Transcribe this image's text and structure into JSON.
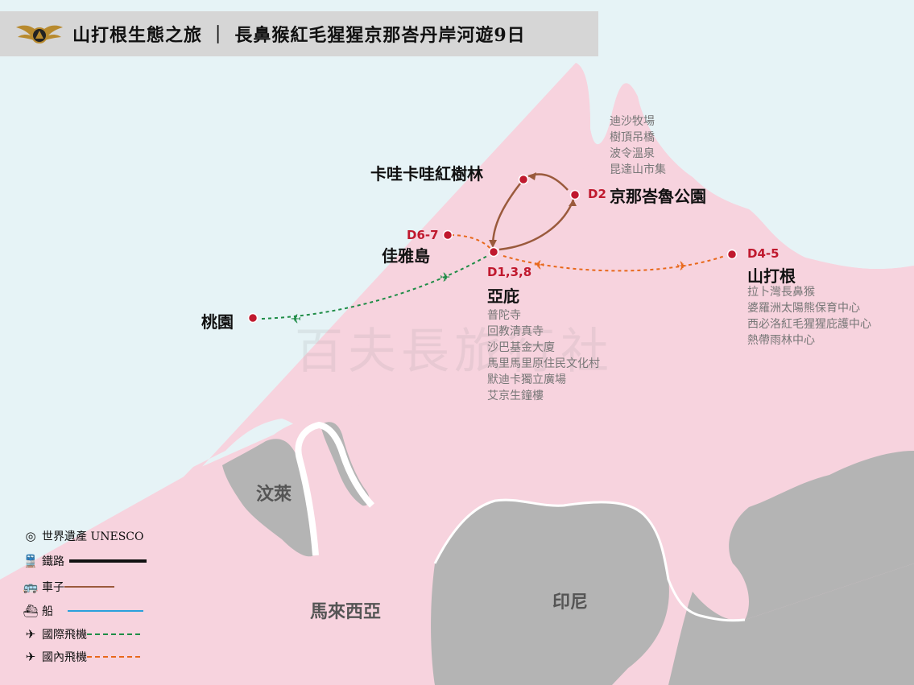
{
  "header": {
    "title": "山打根生態之旅 ｜ 長鼻猴紅毛猩猩京那峇丹岸河遊9日"
  },
  "watermark": "百夫長旅行社",
  "places": {
    "klias": {
      "name": "卡哇卡哇紅樹林"
    },
    "kinabalu": {
      "day": "D2",
      "name": "京那峇魯公園",
      "sights": [
        "迪沙牧場",
        "樹頂吊橋",
        "波令溫泉",
        "昆達山市集"
      ]
    },
    "gaya": {
      "day": "D6-7",
      "name": "佳雅島"
    },
    "kk": {
      "day": "D1,3,8",
      "name": "亞庇",
      "sights": [
        "普陀寺",
        "回教清真寺",
        "沙巴基金大廈",
        "馬里馬里原住民文化村",
        "默迪卡獨立廣場",
        "艾京生鐘樓"
      ]
    },
    "sandakan": {
      "day": "D4-5",
      "name": "山打根",
      "sights": [
        "拉卜灣長鼻猴",
        "婆羅洲太陽熊保育中心",
        "西必洛紅毛猩猩庇護中心",
        "熱帶雨林中心"
      ]
    },
    "taoyuan": {
      "name": "桃園"
    }
  },
  "countries": {
    "brunei": "汶萊",
    "malaysia": "馬來西亞",
    "indonesia": "印尼"
  },
  "legend": [
    {
      "icon": "unesco-icon",
      "label": "世界遺產 UNESCO"
    },
    {
      "icon": "train-icon",
      "label": "鐵路"
    },
    {
      "icon": "bus-icon",
      "label": "車子",
      "color": "#9a5a3c"
    },
    {
      "icon": "ship-icon",
      "label": "船",
      "color": "#2aa0dc"
    },
    {
      "icon": "plane-icon",
      "label": "國際飛機",
      "color": "#1e8c46"
    },
    {
      "icon": "plane-icon",
      "label": "國內飛機",
      "color": "#e8681a"
    }
  ],
  "colors": {
    "sea": "#e6f3f6",
    "land_sabah": "#f7d3de",
    "neighbors": "#b4b4b4",
    "marker": "#c0192e",
    "car": "#9a5a3c",
    "international": "#1e8c46",
    "domestic": "#e8681a"
  }
}
